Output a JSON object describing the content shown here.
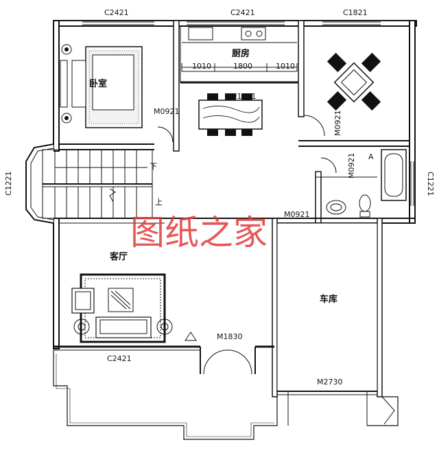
{
  "labels": {
    "win_top_left": "C2421",
    "win_top_mid": "C2421",
    "win_top_right": "C1821",
    "win_left": "C1221",
    "win_right": "C1221",
    "win_living": "C2421",
    "door_bedroom": "M0921",
    "door_kitchen": "M1821",
    "door_dining": "M0921",
    "door_bath": "M0921",
    "door_garage_side": "M0921",
    "door_main": "M1830",
    "door_garage": "M2730",
    "dim_1": "1010",
    "dim_2": "1800",
    "dim_3": "1010",
    "stair_down": "下",
    "stair_up": "上",
    "bath_mark": "A"
  },
  "rooms": {
    "bedroom": "卧室",
    "kitchen": "厨房",
    "living": "客厅",
    "garage": "车库"
  },
  "watermark": "图纸之家"
}
